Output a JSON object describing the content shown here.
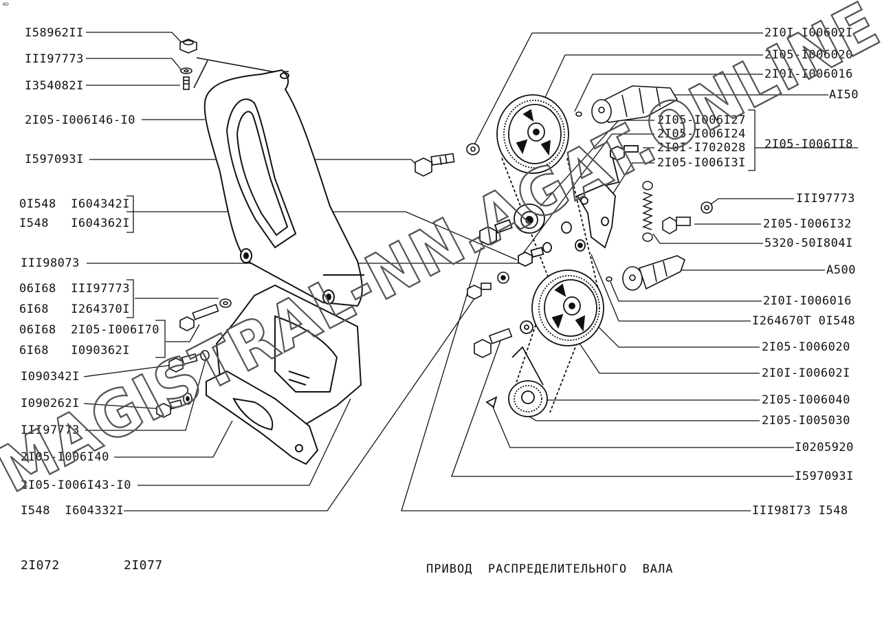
{
  "corner_mark": "AD",
  "title": "ПРИВОД  РАСПРЕДЕЛИТЕЛЬНОГО  ВАЛА",
  "models": [
    "2I072",
    "2I077"
  ],
  "watermark": "MAGISTRAL-NN.AGAT.ONLINE",
  "left_labels": [
    "I58962II",
    "III97773",
    "I354082I",
    "2I05-I006I46-I0",
    "I597093I",
    "0I548  I604342I",
    "I548   I604362I",
    "III98073",
    "06I68  III97773",
    "6I68   I264370I",
    "06I68  2I05-I006I70",
    "6I68   I090362I",
    "I090342I",
    "I090262I",
    "III97773",
    "2I05-I006I40",
    "2I05-I006I43-I0",
    "I548  I604332I"
  ],
  "right_labels": [
    "2I0I-I00602I",
    "2I05-I006020",
    "2I0I-I006016",
    "AI50",
    "2I05-I006I27",
    "2I05-I006I24",
    "2I0I-I702028",
    "2I05-I006I3I",
    "2I05-I006II8",
    "III97773",
    "2I05-I006I32",
    "5320-50I804I",
    "A500",
    "2I0I-I006016",
    "I264670T 0I548",
    "2I05-I006020",
    "2I0I-I00602I",
    "2I05-I006040",
    "2I05-I005030",
    "I0205920",
    "I597093I",
    "III98I73 I548"
  ]
}
